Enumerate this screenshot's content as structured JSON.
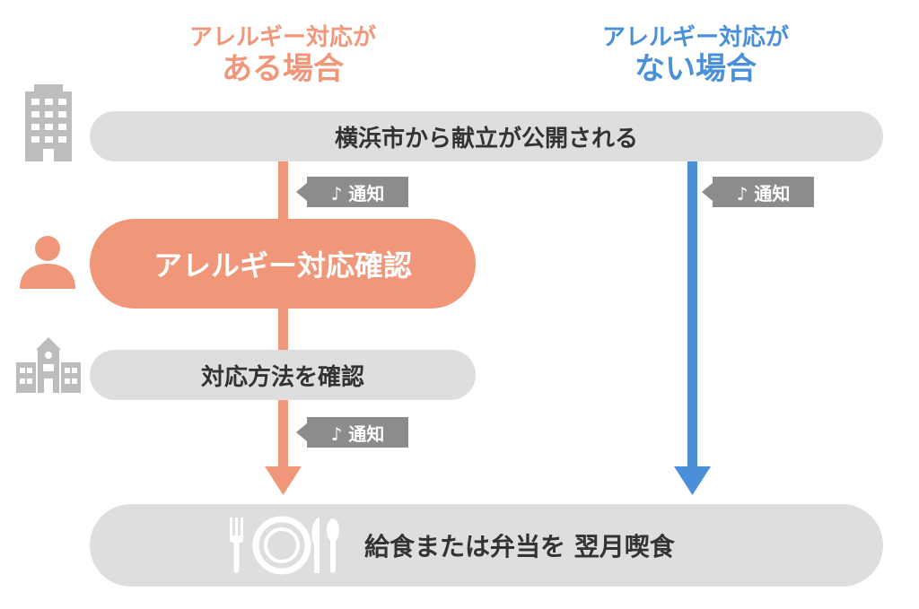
{
  "headings": {
    "with_allergy": {
      "line1": "アレルギー対応が",
      "line2": "ある場合"
    },
    "without_allergy": {
      "line1": "アレルギー対応が",
      "line2": "ない場合"
    }
  },
  "steps": {
    "publish": "横浜市から献立が公開される",
    "check_allergy": "アレルギー対応確認",
    "check_method": "対応方法を確認",
    "final": "給食または弁当を 翌月喫食"
  },
  "notify_label": "♪ 通知",
  "colors": {
    "salmon": "#f0977a",
    "blue": "#4a90d9",
    "gray_pill": "#dedede",
    "notify_gray": "#8c8c8c",
    "icon_gray": "#bdbdbd"
  },
  "icons": [
    "building-icon",
    "person-icon",
    "school-icon",
    "cutlery-plate-icon"
  ]
}
